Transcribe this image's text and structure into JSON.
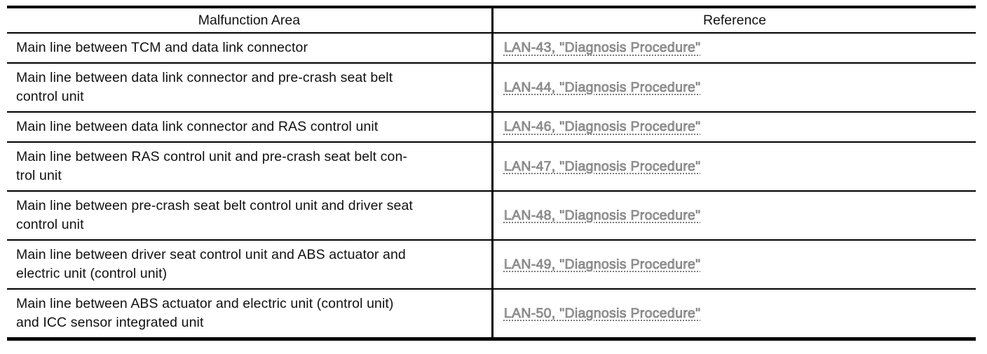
{
  "styles": {
    "link_color": "#a8a8a8",
    "link_stroke": "#5f5f5f",
    "border_color": "#000000"
  },
  "table": {
    "headers": {
      "malfunction_area": "Malfunction Area",
      "reference": "Reference"
    },
    "rows": [
      {
        "area": "Main line between TCM and data link connector",
        "reference": "LAN-43, \"Diagnosis Procedure\""
      },
      {
        "area": "Main line between data link connector and pre-crash seat belt\ncontrol unit",
        "reference": "LAN-44, \"Diagnosis Procedure\""
      },
      {
        "area": "Main line between data link connector and RAS control unit",
        "reference": "LAN-46, \"Diagnosis Procedure\""
      },
      {
        "area": "Main line between RAS control unit and pre-crash seat belt con-\ntrol unit",
        "reference": "LAN-47, \"Diagnosis Procedure\""
      },
      {
        "area": "Main line between pre-crash seat belt control unit and driver seat\ncontrol unit",
        "reference": "LAN-48, \"Diagnosis Procedure\""
      },
      {
        "area": "Main line between driver seat control unit and ABS actuator and\nelectric unit (control unit)",
        "reference": "LAN-49, \"Diagnosis Procedure\""
      },
      {
        "area": "Main line between ABS actuator and electric unit (control unit)\nand ICC sensor integrated unit",
        "reference": "LAN-50, \"Diagnosis Procedure\""
      }
    ]
  }
}
